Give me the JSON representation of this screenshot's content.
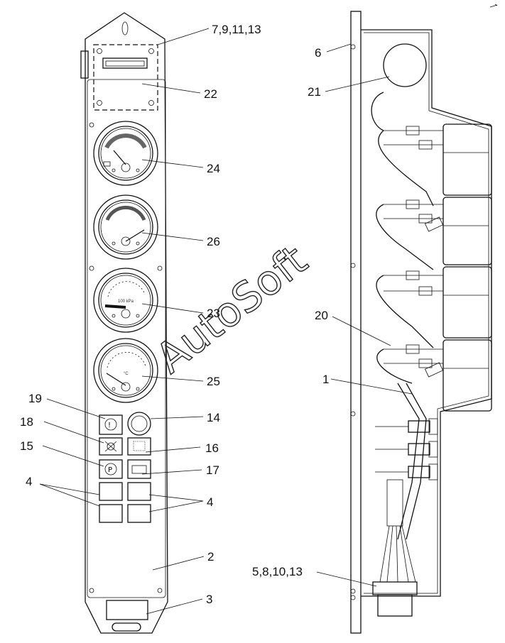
{
  "callouts": {
    "c_7_9_11_13": "7,9,11,13",
    "c_22": "22",
    "c_24": "24",
    "c_26": "26",
    "c_23": "23",
    "c_25": "25",
    "c_19": "19",
    "c_14": "14",
    "c_18": "18",
    "c_16": "16",
    "c_15": "15",
    "c_17": "17",
    "c_4_left": "4",
    "c_4_right": "4",
    "c_2": "2",
    "c_3": "3",
    "c_6": "6",
    "c_21": "21",
    "c_20": "20",
    "c_1": "1",
    "c_5_8_10_13": "5,8,10,13"
  },
  "gauges": {
    "pressure_unit": "100 kPa",
    "temp_unit": "°C"
  },
  "watermark": "AutoSoft"
}
